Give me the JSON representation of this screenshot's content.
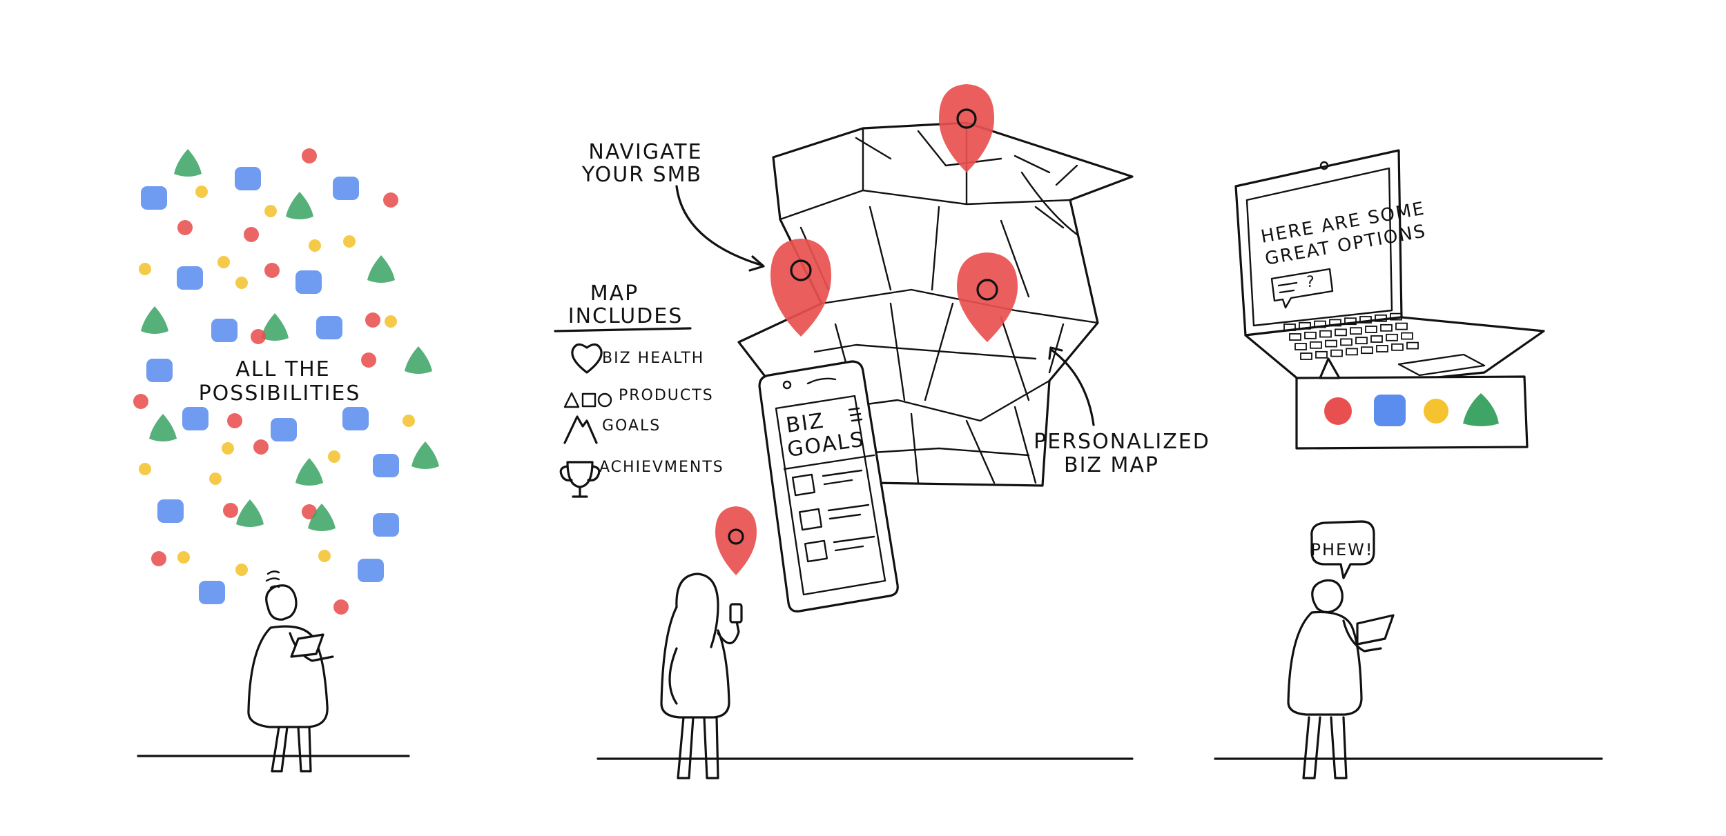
{
  "colors": {
    "ink": "#111111",
    "red": "#e8504f",
    "blue": "#5b8def",
    "yellow": "#f5c330",
    "green": "#3ea566",
    "paper": "#ffffff"
  },
  "panel_left": {
    "caption_line1": "ALL THE",
    "caption_line2": "POSSIBILITIES"
  },
  "panel_middle": {
    "callout_navigate_line1": "NAVIGATE",
    "callout_navigate_line2": "YOUR SMB",
    "legend_title_line1": "MAP",
    "legend_title_line2": "INCLUDES",
    "legend_items": [
      {
        "icon": "heart-icon",
        "label": "BIZ HEALTH"
      },
      {
        "icon": "shapes-icon",
        "label": "PRODUCTS"
      },
      {
        "icon": "mountain-icon",
        "label": "GOALS"
      },
      {
        "icon": "trophy-icon",
        "label": "ACHIEVMENTS"
      }
    ],
    "phone_title_line1": "BIZ",
    "phone_title_line2": "GOALS",
    "callout_map_line1": "PERSONALIZED",
    "callout_map_line2": "BIZ MAP"
  },
  "panel_right": {
    "laptop_line1": "HERE ARE SOME",
    "laptop_line2": "GREAT OPTIONS",
    "laptop_bubble": "?",
    "speech": "PHEW!"
  }
}
